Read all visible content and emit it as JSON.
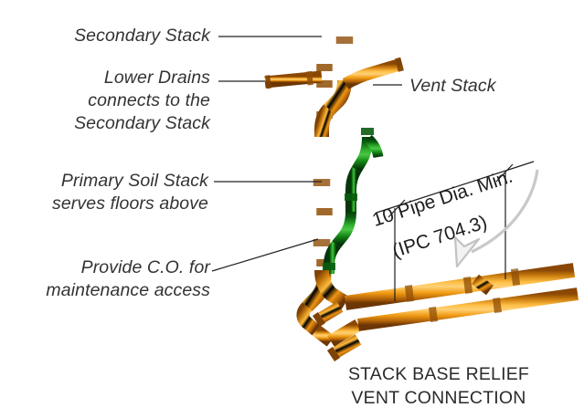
{
  "diagram": {
    "title": "STACK BASE RELIEF\nVENT CONNECTION",
    "labels": {
      "secondary_stack": "Secondary Stack",
      "lower_drains": "Lower Drains\nconnects to the\nSecondary Stack",
      "primary_soil_stack": "Primary Soil Stack\nserves floors above",
      "cleanout": "Provide C.O. for\nmaintenance access",
      "vent_stack": "Vent Stack"
    },
    "dimension": {
      "value": "10 Pipe Dia. Min.",
      "code_reference": "(IPC 704.3)"
    },
    "colors": {
      "pipe_orange_light": "#ffb01f",
      "pipe_orange_mid": "#e08a10",
      "pipe_orange_dark": "#7a3f05",
      "pipe_green_light": "#2aa828",
      "pipe_green_mid": "#138013",
      "pipe_green_dark": "#04480a",
      "leader_line": "#222222",
      "text": "#333333",
      "arrow": "#c9c9c9",
      "background": "#ffffff"
    }
  }
}
